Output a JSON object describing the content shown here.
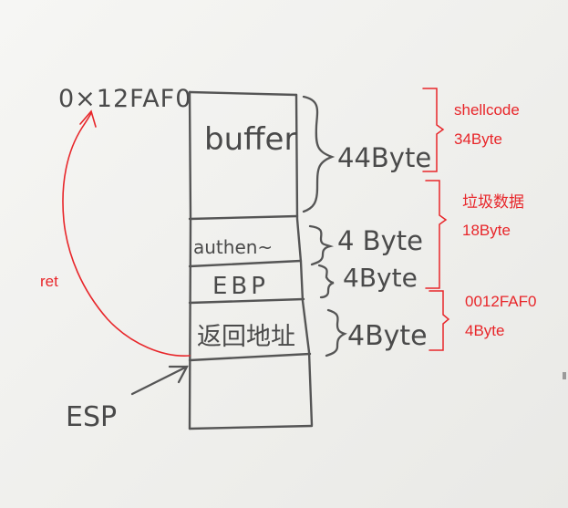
{
  "diagram": {
    "top_address": "0×12FAF0",
    "esp_label": "ESP",
    "ret_label": "ret",
    "colors": {
      "ink": "#555555",
      "red": "#e8262a",
      "paper": "#f1f1ef"
    },
    "stack_cells": [
      {
        "label": "buffer",
        "size": "44Byte"
      },
      {
        "label": "authen~",
        "size": "4 Byte"
      },
      {
        "label": "EBP",
        "size": "4Byte"
      },
      {
        "label": "返回地址",
        "size": "4Byte"
      },
      {
        "label": "",
        "size": ""
      }
    ],
    "annotations": [
      {
        "line1": "shellcode",
        "line2": "34Byte"
      },
      {
        "line1": "垃圾数据",
        "line2": "18Byte"
      },
      {
        "line1": "0012FAF0",
        "line2": "4Byte"
      }
    ]
  }
}
